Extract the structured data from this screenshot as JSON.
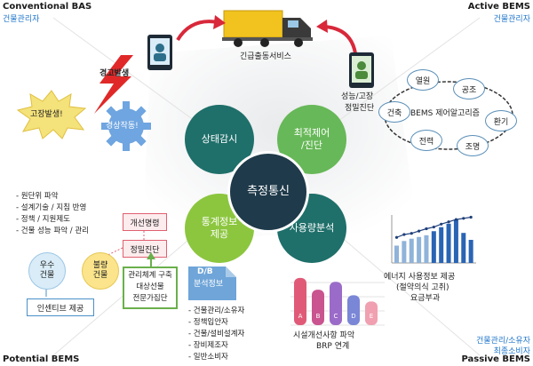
{
  "corners": {
    "top_left": {
      "title": "Conventional BAS",
      "sub": "건물관리자"
    },
    "top_right": {
      "title": "Active BEMS",
      "sub": "건물관리자"
    },
    "bottom_left": {
      "title": "Potential BEMS"
    },
    "bottom_right": {
      "title": "Passive BEMS",
      "sub1": "건물관리/소유자",
      "sub2": "최종소비자"
    }
  },
  "top": {
    "truck_label": "긴급출동서비스",
    "alarm_label": "경고발생",
    "fault_label": "고장발생!",
    "gear_label": "경상작동!",
    "diagnosis_label_1": "성능/고장",
    "diagnosis_label_2": "정밀진단"
  },
  "algorithm": {
    "title": "BEMS 제어알고리즘",
    "items": [
      "열원",
      "공조",
      "환기",
      "조명",
      "전력",
      "건축"
    ]
  },
  "center": {
    "hub": "측정통신",
    "status": "상태감시",
    "optimal_1": "최적제어",
    "optimal_2": "/진단",
    "stats_1": "통계정보",
    "stats_2": "제공",
    "usage": "사용량분석"
  },
  "potential": {
    "bullets": [
      "- 원단위 파악",
      "- 설계기술 / 지침 반영",
      "- 정책 / 지원제도",
      "- 건물 성능 파악 / 관리"
    ],
    "improve": "개선명령",
    "precise": "정밀진단",
    "good": [
      "우수",
      "건물"
    ],
    "bad": [
      "불량",
      "건물"
    ],
    "incentive": "인센티브 제공",
    "system": [
      "관리체계 구축",
      "대상선물",
      "전문가집단"
    ]
  },
  "db": {
    "title_1": "D/B",
    "title_2": "분석정보",
    "users": [
      "- 건물관리/소유자",
      "- 정책입안자",
      "- 건물/설비설계자",
      "- 장비제조자",
      "- 일반소비자"
    ]
  },
  "passive": {
    "energy_1": "에너지 사용정보 제공",
    "energy_2": "(절약의식 고취)",
    "energy_3": "요금부과",
    "facility_1": "시설개선사항 파악",
    "facility_2": "BRP 연계"
  },
  "chart_data": [
    {
      "type": "bar",
      "categories": [
        "A",
        "B",
        "C",
        "D",
        "E"
      ],
      "values": [
        60,
        45,
        55,
        38,
        30
      ],
      "colors": [
        "#e05a78",
        "#c9548f",
        "#9b6bc9",
        "#7a86d6",
        "#f0a0b0"
      ]
    },
    {
      "type": "bar",
      "values": [
        30,
        38,
        42,
        45,
        48,
        55,
        62,
        68,
        75,
        52,
        40
      ],
      "line": [
        35,
        40,
        42,
        46,
        50,
        53,
        58,
        62,
        66,
        68,
        70
      ],
      "colors": [
        "#8fb3d9",
        "#2a64b4"
      ]
    }
  ],
  "colors": {
    "dark_teal": "#1f6f6a",
    "green": "#67b858",
    "lime": "#8cc63f",
    "hub": "#1f3a4a",
    "pink": "#e06070",
    "gear": "#6fa5e0",
    "burst": "#f4e27a",
    "bolt": "#e02828"
  }
}
